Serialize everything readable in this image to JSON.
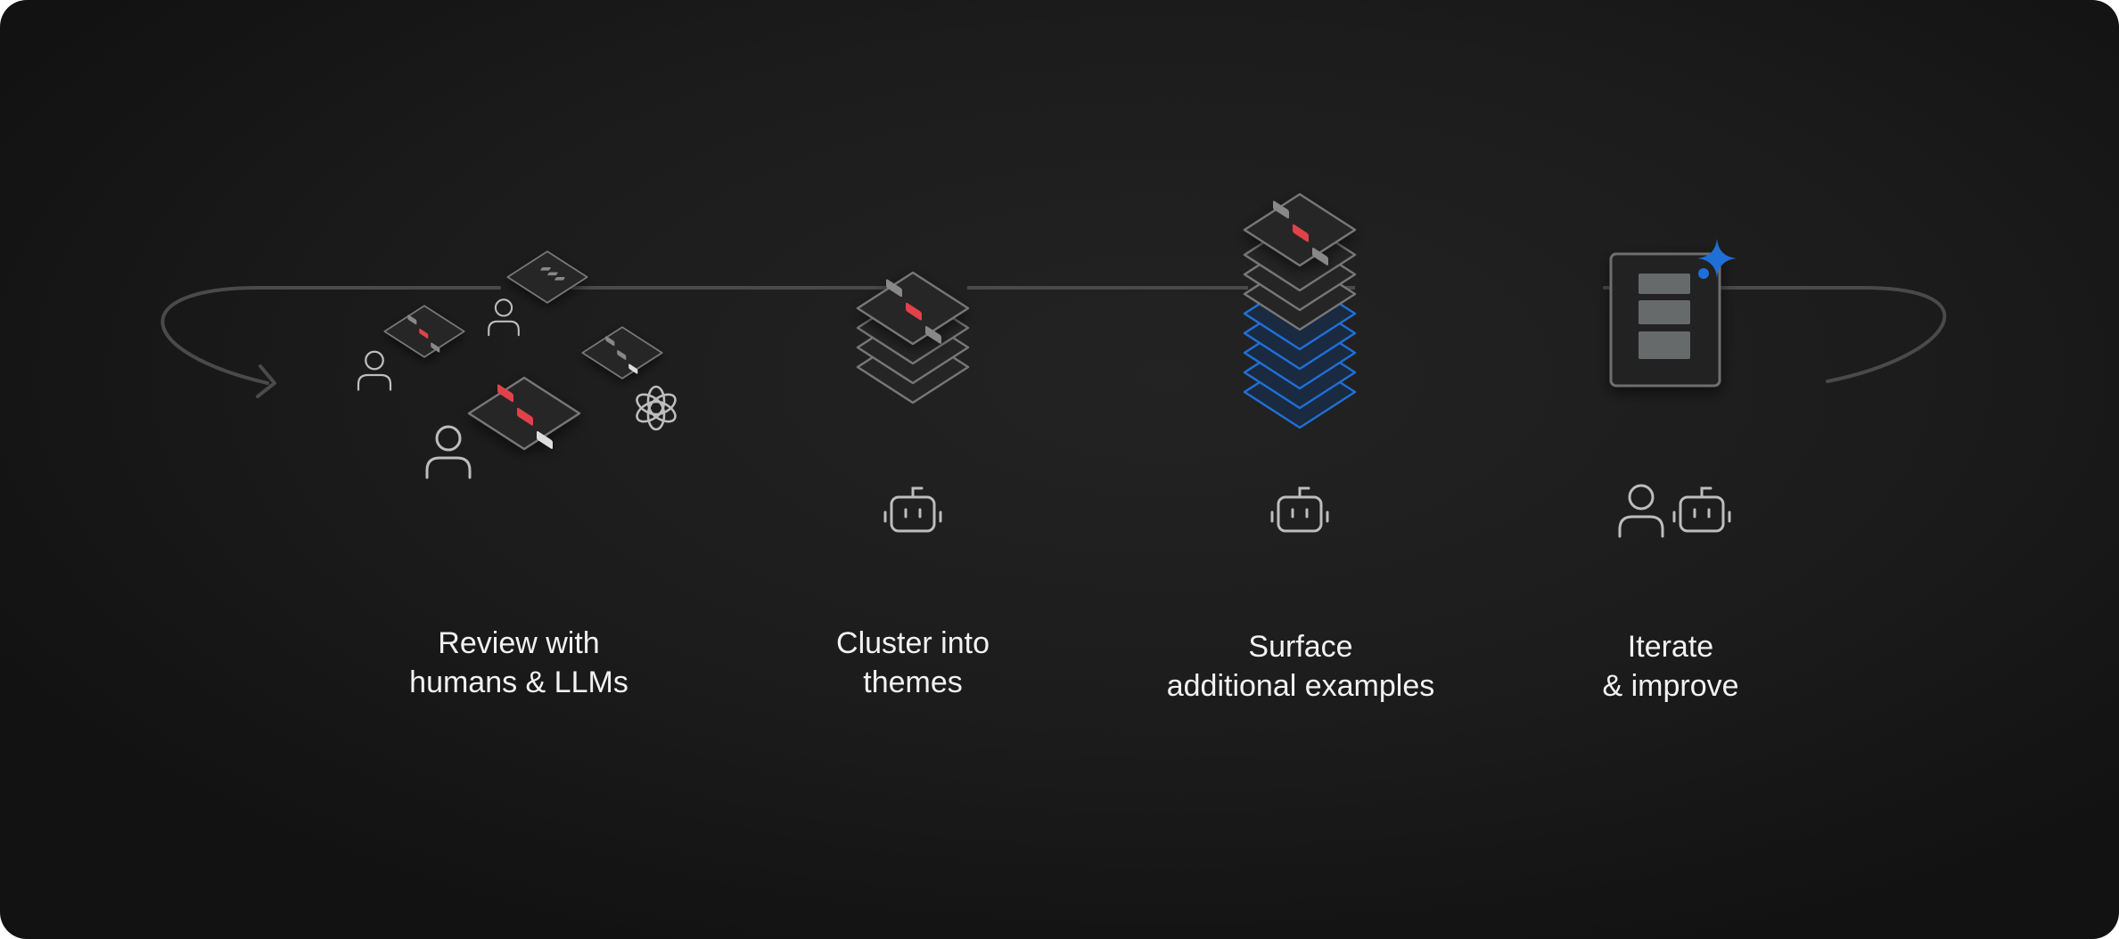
{
  "steps": [
    {
      "id": "review",
      "line1": "Review with",
      "line2": "humans & LLMs",
      "actors": [
        "person-icon",
        "openai-logo-icon"
      ]
    },
    {
      "id": "cluster",
      "line1": "Cluster into",
      "line2": "themes",
      "actors": [
        "robot-icon"
      ]
    },
    {
      "id": "surface",
      "line1": "Surface",
      "line2": "additional examples",
      "actors": [
        "robot-icon"
      ]
    },
    {
      "id": "iterate",
      "line1": "Iterate",
      "line2": "& improve",
      "actors": [
        "person-icon",
        "robot-icon"
      ]
    }
  ],
  "colors": {
    "background": "#1c1c1c",
    "line": "#4a4a4a",
    "card_border": "#6e6e6e",
    "accent_red": "#e0424a",
    "accent_blue": "#1f6fd6",
    "icon_stroke": "#bdbdbd"
  }
}
